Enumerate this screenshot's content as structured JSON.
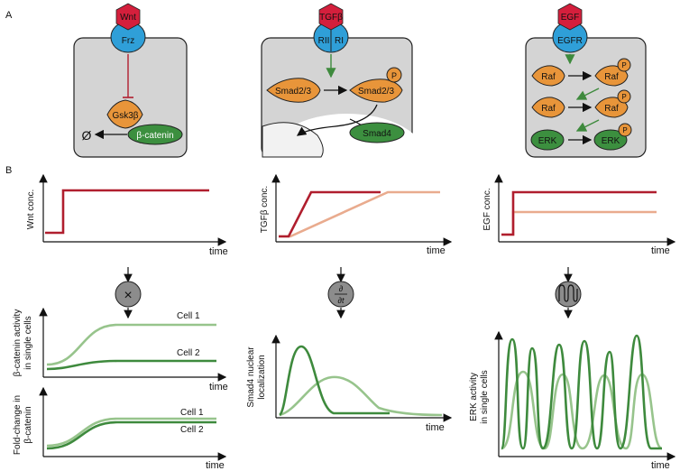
{
  "panel_a": {
    "letter": "A",
    "wnt": {
      "ligand": "Wnt",
      "receptor": "Frz",
      "kinase": "Gsk3β",
      "target": "β-catenin",
      "degraded": "Ø"
    },
    "tgfb": {
      "ligand": "TGFβ",
      "receptor_left": "RII",
      "receptor_right": "RI",
      "smad_inactive": "Smad2/3",
      "smad_active": "Smad2/3",
      "phospho": "P",
      "cofactor": "Smad4"
    },
    "egf": {
      "ligand": "EGF",
      "receptor": "EGFR",
      "raf_inactive": "Raf",
      "raf_active": "Raf",
      "mek_inactive": "Raf",
      "mek_active": "Raf",
      "erk_inactive": "ERK",
      "erk_active": "ERK",
      "phospho": "P"
    }
  },
  "panel_b": {
    "letter": "B",
    "time_label": "time",
    "wnt_input_ylabel": "Wnt conc.",
    "tgfb_input_ylabel": "TGFβ conc.",
    "egf_input_ylabel": "EGF conc.",
    "wnt_operator": "×",
    "tgfb_operator_num": "∂",
    "tgfb_operator_den": "∂t",
    "egf_operator": "oscillator",
    "bcat_ylabel_1": "β-catenin activity",
    "bcat_ylabel_2": "in single cells",
    "fold_ylabel_1": "Fold-change in",
    "fold_ylabel_2": "β-catenin",
    "cell1": "Cell 1",
    "cell2": "Cell 2",
    "smad_ylabel_1": "Smad4 nuclear",
    "smad_ylabel_2": "localization",
    "erk_ylabel_1": "ERK activity",
    "erk_ylabel_2": "in single cells"
  },
  "colors": {
    "cell_bg": "#d4d4d4",
    "receptor": "#2f9fd8",
    "ligand": "#d41f3c",
    "kinase": "#e8953a",
    "target": "#3c8f3f",
    "dark_red": "#b01e2e",
    "light_salmon": "#e9ab8e",
    "dark_green": "#3e8a3d",
    "light_green": "#97c48c",
    "operator": "#8c8c8c"
  }
}
